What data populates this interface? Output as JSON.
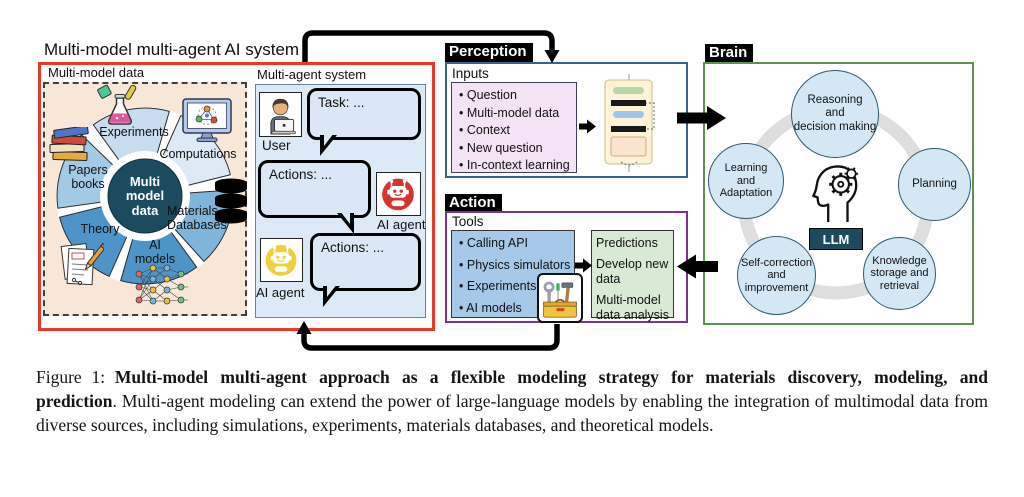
{
  "diagram": {
    "title": "Multi-model multi-agent AI system",
    "multi_model_data": {
      "label": "Multi-model data",
      "center": "Multi\nmodel\ndata",
      "segments": [
        "Experiments",
        "Computations",
        "Materials\nDatabases",
        "AI\nmodels",
        "Theory",
        "Papers\nbooks"
      ]
    },
    "multi_agent": {
      "label": "Multi-agent system",
      "user_label": "User",
      "task_bubble": "Task: ...",
      "agent1_bubble": "Actions: ...",
      "agent1_label": "AI agent",
      "agent2_bubble": "Actions: ...",
      "agent2_label": "AI agent"
    },
    "perception": {
      "label": "Perception",
      "inputs_label": "Inputs",
      "items": [
        "Question",
        "Multi-model data",
        "Context",
        "New question",
        "In-context learning"
      ]
    },
    "action": {
      "label": "Action",
      "tools_label": "Tools",
      "items": [
        "Calling API",
        "Physics simulators",
        "Experiments",
        "AI models"
      ],
      "outputs": [
        "Predictions",
        "Develop new data",
        "Multi-model data analysis"
      ]
    },
    "brain": {
      "label": "Brain",
      "llm_label": "LLM",
      "circles": [
        "Reasoning\nand\ndecision making",
        "Learning\nand\nAdaptation",
        "Planning",
        "Self-correction\nand\nimprovement",
        "Knowledge\nstorage and\nretrieval"
      ]
    }
  },
  "caption": {
    "figure_label": "Figure 1: ",
    "bold_text": "Multi-model multi-agent approach as a flexible modeling strategy for materials discovery, modeling, and prediction",
    "body_text": ". Multi-agent modeling can extend the power of large-language models by enabling the integration of multimodal data from diverse sources, including simulations, experiments, materials databases, and theoretical models."
  },
  "colors": {
    "red_frame": "#e8392b",
    "peach_bg": "#f8e6d6",
    "panel_blue": "#dce9f6",
    "bubble_blue": "#d9e7f6",
    "pie_center": "#1c4a5e",
    "wedge_experiments": "#c7ddef",
    "wedge_computations": "#dde9f5",
    "wedge_materials": "#7fb5da",
    "wedge_ai": "#4d95c8",
    "wedge_theory": "#4d95c8",
    "wedge_papers": "#a3c9e5",
    "perception_border": "#39608e",
    "action_border": "#7b3294",
    "brain_border": "#5f9150",
    "pink_box": "#f4e3f5",
    "tools_box": "#a6c9e9",
    "output_box": "#d9ead4",
    "circle_fill": "#d3e7f4",
    "llm_bg": "#1c4a5e",
    "agent_red": "#d5352e",
    "agent_yellow": "#f0d03a",
    "ring_gray": "#dedede"
  }
}
